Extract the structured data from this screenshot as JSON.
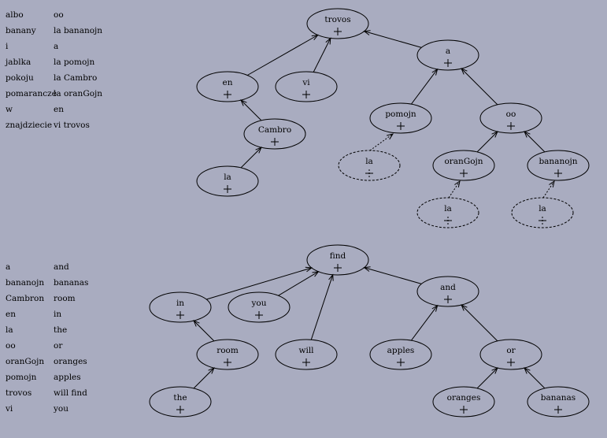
{
  "glossary_top": [
    [
      "albo",
      "oo"
    ],
    [
      "banany",
      "la bananojn"
    ],
    [
      "i",
      "a"
    ],
    [
      "jablka",
      "la pomojn"
    ],
    [
      "pokoju",
      "la Cambro"
    ],
    [
      "pomarancze",
      "la oranGojn"
    ],
    [
      "w",
      "en"
    ],
    [
      "znajdziecie",
      "vi trovos"
    ]
  ],
  "glossary_bottom": [
    [
      "a",
      "and"
    ],
    [
      "bananojn",
      "bananas"
    ],
    [
      "Cambron",
      "room"
    ],
    [
      "en",
      "in"
    ],
    [
      "la",
      "the"
    ],
    [
      "oo",
      "or"
    ],
    [
      "oranGojn",
      "oranges"
    ],
    [
      "pomojn",
      "apples"
    ],
    [
      "trovos",
      "will find"
    ],
    [
      "vi",
      "you"
    ]
  ],
  "tree_top": {
    "nodes": [
      {
        "id": "t_trovos",
        "label": "trovos"
      },
      {
        "id": "t_en",
        "label": "en"
      },
      {
        "id": "t_vi",
        "label": "vi"
      },
      {
        "id": "t_a",
        "label": "a"
      },
      {
        "id": "t_cambro",
        "label": "Cambro"
      },
      {
        "id": "t_la1",
        "label": "la"
      },
      {
        "id": "t_pomojn",
        "label": "pomojn"
      },
      {
        "id": "t_oo",
        "label": "oo"
      },
      {
        "id": "t_la2",
        "label": "la",
        "dashed": true
      },
      {
        "id": "t_orangojn",
        "label": "oranGojn"
      },
      {
        "id": "t_bananojn",
        "label": "bananojn"
      },
      {
        "id": "t_la3",
        "label": "la",
        "dashed": true
      },
      {
        "id": "t_la4",
        "label": "la",
        "dashed": true
      }
    ],
    "edges": [
      {
        "from": "t_en",
        "to": "t_trovos"
      },
      {
        "from": "t_vi",
        "to": "t_trovos"
      },
      {
        "from": "t_a",
        "to": "t_trovos"
      },
      {
        "from": "t_cambro",
        "to": "t_en"
      },
      {
        "from": "t_la1",
        "to": "t_cambro"
      },
      {
        "from": "t_pomojn",
        "to": "t_a"
      },
      {
        "from": "t_oo",
        "to": "t_a"
      },
      {
        "from": "t_la2",
        "to": "t_pomojn",
        "dashed": true
      },
      {
        "from": "t_orangojn",
        "to": "t_oo"
      },
      {
        "from": "t_bananojn",
        "to": "t_oo"
      },
      {
        "from": "t_la3",
        "to": "t_orangojn",
        "dashed": true
      },
      {
        "from": "t_la4",
        "to": "t_bananojn",
        "dashed": true
      }
    ]
  },
  "tree_bottom": {
    "nodes": [
      {
        "id": "b_find",
        "label": "find"
      },
      {
        "id": "b_in",
        "label": "in"
      },
      {
        "id": "b_you",
        "label": "you"
      },
      {
        "id": "b_and",
        "label": "and"
      },
      {
        "id": "b_room",
        "label": "room"
      },
      {
        "id": "b_will",
        "label": "will"
      },
      {
        "id": "b_apples",
        "label": "apples"
      },
      {
        "id": "b_or",
        "label": "or"
      },
      {
        "id": "b_the",
        "label": "the"
      },
      {
        "id": "b_oranges",
        "label": "oranges"
      },
      {
        "id": "b_bananas",
        "label": "bananas"
      }
    ],
    "edges": [
      {
        "from": "b_in",
        "to": "b_find"
      },
      {
        "from": "b_you",
        "to": "b_find"
      },
      {
        "from": "b_will",
        "to": "b_find"
      },
      {
        "from": "b_and",
        "to": "b_find"
      },
      {
        "from": "b_room",
        "to": "b_in"
      },
      {
        "from": "b_the",
        "to": "b_room"
      },
      {
        "from": "b_apples",
        "to": "b_and"
      },
      {
        "from": "b_or",
        "to": "b_and"
      },
      {
        "from": "b_oranges",
        "to": "b_or"
      },
      {
        "from": "b_bananas",
        "to": "b_or"
      }
    ]
  }
}
